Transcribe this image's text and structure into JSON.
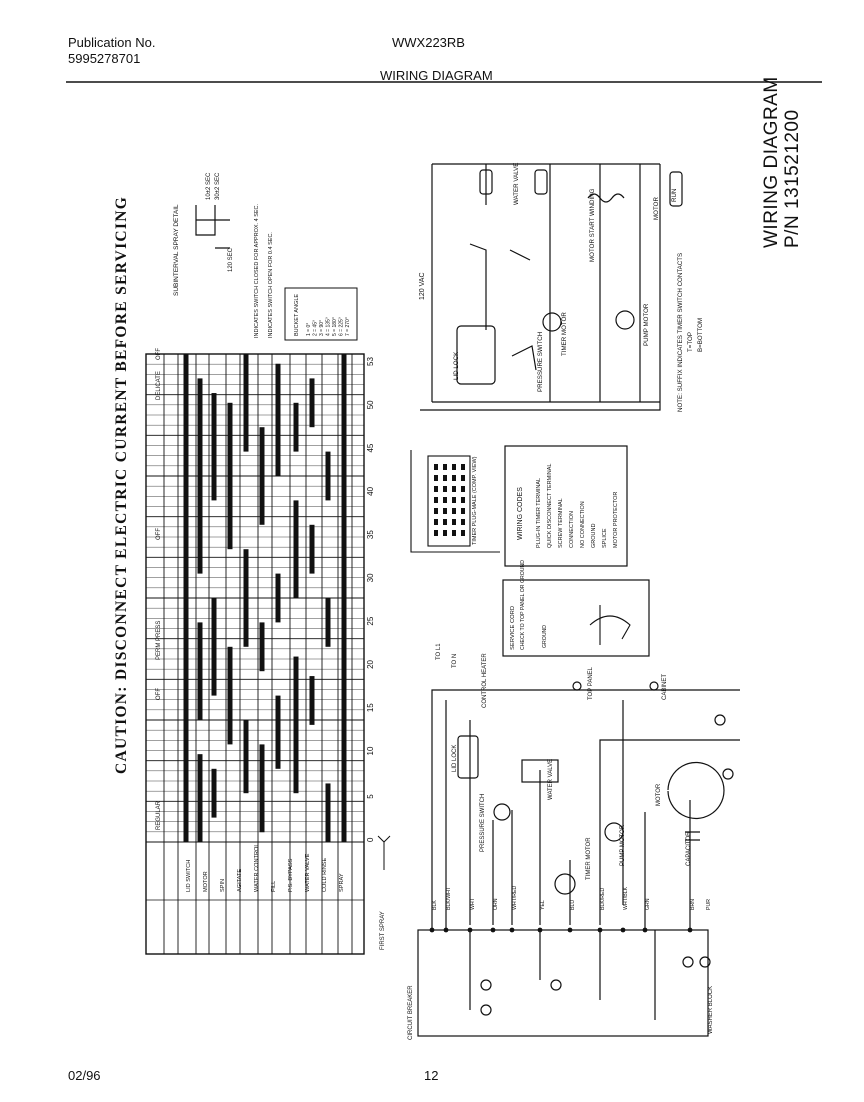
{
  "header": {
    "publication_label": "Publication No.",
    "publication_number": "5995278701",
    "model": "WWX223RB",
    "section_title": "WIRING DIAGRAM"
  },
  "footer": {
    "date": "02/96",
    "page_number": "12"
  },
  "caution": "CAUTION: DISCONNECT ELECTRIC CURRENT BEFORE SERVICING",
  "diagram_title": "WIRING DIAGRAM",
  "part_number": "P/N 131521200",
  "schematic": {
    "voltage": "120 VAC",
    "water_valve": "WATER VALVE",
    "lid_lock": "LID LOCK",
    "pressure_switch": "PRESSURE SWITCH",
    "timer_motor": "TIMER MOTOR",
    "pump_motor": "PUMP MOTOR",
    "motor_start_winding": "MOTOR START WINDING",
    "motor": "MOTOR",
    "run": "RUN",
    "note": "NOTE: SUFFIX INDICATES TIMER SWITCH CONTACTS",
    "note_t": "T=TOP",
    "note_b": "B=BOTTOM"
  },
  "timer_chart": {
    "cycles": [
      "REGULAR",
      "OFF",
      "PERM PRESS",
      "OFF",
      "DELICATE",
      "OFF"
    ],
    "circuits": [
      "LID SWITCH",
      "MOTOR",
      "SPIN",
      "AGITATE",
      "WATER CONTROL",
      "FILL",
      "P.S. BYPASS",
      "WATER VALVE",
      "COLD RINSE",
      "SPRAY"
    ],
    "increments": [
      "0",
      "5",
      "10",
      "15",
      "20",
      "25",
      "30",
      "35",
      "40",
      "45",
      "50",
      "53"
    ],
    "first_spray": "FIRST SPRAY",
    "subinterval": "SUBINTERVAL SPRAY DETAIL",
    "sub_times": [
      "10±2 SEC",
      "30±2 SEC",
      "120 SEC"
    ],
    "legend_1": "INDICATES SWITCH CLOSED FOR APPROX. 4 SEC.",
    "legend_2": "INDICATES SWITCH OPEN FOR 0.4 SEC.",
    "bucket_title": "BUCKET ANGLE",
    "bucket_angles": [
      "1 = 0°",
      "2 = 45°",
      "3 = 90°",
      "4 = 135°",
      "5 = 180°",
      "6 = 225°",
      "7 = 270°"
    ]
  },
  "wiring_codes": {
    "title": "WIRING CODES",
    "items": [
      "PLUG-IN TIMER TERMINAL",
      "QUICK DISCONNECT TERMINAL",
      "SCREW TERMINAL",
      "CONNECTION",
      "NO CONNECTION",
      "GROUND",
      "SPLICE",
      "MOTOR PROTECTOR"
    ],
    "timer_plug": "TIMER PLUG-MALE (COMP. VIEW)"
  },
  "service_cord": {
    "title": "SERVICE CORD",
    "subtitle": "CHECK TO TOP PANEL OR GROUND",
    "ground": "GROUND"
  },
  "ladder": {
    "neutral": "TO N",
    "line": "TO L1",
    "control_heater": "CONTROL HEATER",
    "top_panel": "TOP PANEL",
    "cabinet": "CABINET",
    "lid_lock": "LID LOCK",
    "pressure_switch": "PRESSURE SWITCH",
    "water_valve": "WATER VALVE",
    "timer_motor": "TIMER MOTOR",
    "pump_motor": "PUMP MOTOR",
    "motor": "MOTOR",
    "capacitor": "CAPACITOR",
    "washer_block": "WASHER BLOCK",
    "circuit_breaker": "CIRCUIT BREAKER",
    "wire_colors": [
      "BLK",
      "BLK/WHT",
      "WHT",
      "ORN",
      "WHT/RED",
      "YEL",
      "BLU",
      "BLK/RED",
      "WHT/BLK",
      "GRN",
      "BRN",
      "PUR"
    ]
  },
  "colors": {
    "ink": "#111111",
    "paper": "#ffffff"
  }
}
